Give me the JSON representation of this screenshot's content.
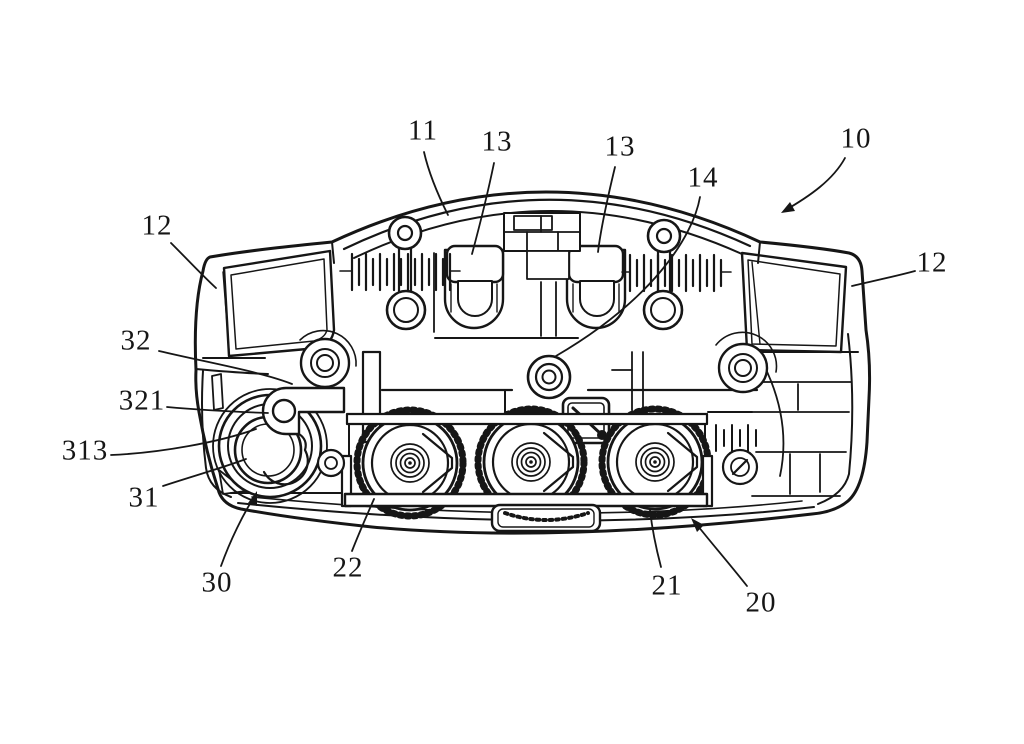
{
  "figure": {
    "kind": "patent-line-drawing",
    "view": "sectional view of a multi-dial lock mechanism",
    "colors": {
      "ink": "#161616",
      "background": "#ffffff"
    },
    "labels": [
      {
        "id": "10",
        "text": "10"
      },
      {
        "id": "11",
        "text": "11"
      },
      {
        "id": "13-left",
        "text": "13"
      },
      {
        "id": "13-right",
        "text": "13"
      },
      {
        "id": "14",
        "text": "14"
      },
      {
        "id": "12-left",
        "text": "12"
      },
      {
        "id": "12-right",
        "text": "12"
      },
      {
        "id": "32",
        "text": "32"
      },
      {
        "id": "321",
        "text": "321"
      },
      {
        "id": "313",
        "text": "313"
      },
      {
        "id": "31",
        "text": "31"
      },
      {
        "id": "30",
        "text": "30"
      },
      {
        "id": "22",
        "text": "22"
      },
      {
        "id": "21",
        "text": "21"
      },
      {
        "id": "20",
        "text": "20"
      }
    ]
  }
}
